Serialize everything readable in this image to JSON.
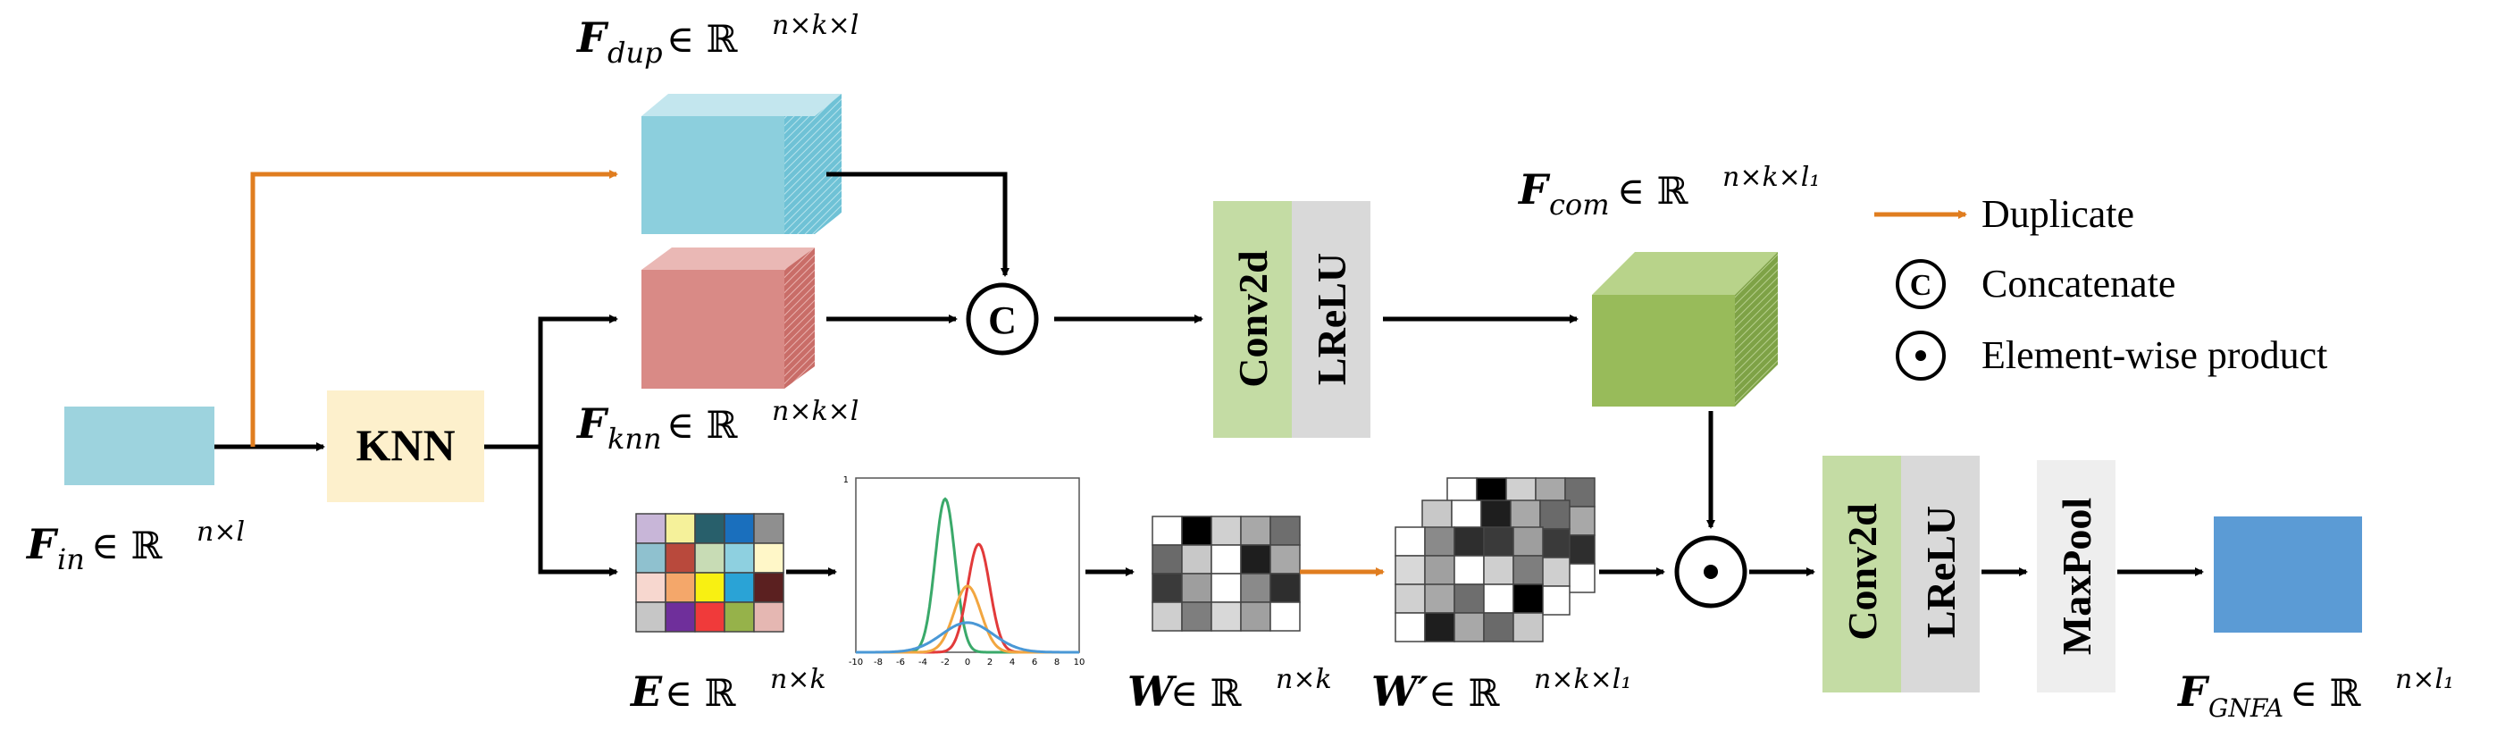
{
  "labels": {
    "f_in": {
      "var": "F",
      "sub": "in",
      "rel": " ∈ ℝ",
      "sup": "n×l"
    },
    "f_dup": {
      "var": "F",
      "sub": "dup",
      "rel": " ∈ ℝ",
      "sup": "n×k×l"
    },
    "f_knn": {
      "var": "F",
      "sub": "knn",
      "rel": " ∈ ℝ",
      "sup": "n×k×l"
    },
    "f_com": {
      "var": "F",
      "sub": "com",
      "rel": " ∈ ℝ",
      "sup": "n×k×l₁"
    },
    "e": {
      "var": "E",
      "rel": " ∈ ℝ",
      "sup": "n×k"
    },
    "w": {
      "var": "W",
      "rel": " ∈ ℝ",
      "sup": "n×k"
    },
    "w_prime": {
      "var": "W′",
      "rel": " ∈ ℝ",
      "sup": "n×k×l₁"
    },
    "f_gnfa": {
      "var": "F",
      "sub": "GNFA",
      "rel": " ∈ ℝ",
      "sup": "n×l₁"
    }
  },
  "blocks": {
    "knn": "KNN",
    "conv2d_1": "Conv2d",
    "lrelu_1": "LReLU",
    "conv2d_2": "Conv2d",
    "lrelu_2": "LReLU",
    "maxpool": "MaxPool",
    "concat_symbol": "C"
  },
  "legend": {
    "duplicate": "Duplicate",
    "concatenate": "Concatenate",
    "element_wise": "Element-wise product",
    "concat_symbol": "C"
  },
  "gaussian_plot": {
    "x_ticks": [
      "-10",
      "-8",
      "-6",
      "-4",
      "-2",
      "0",
      "2",
      "4",
      "6",
      "8",
      "10"
    ],
    "y_top_label": "1"
  },
  "colors": {
    "input_block": "#9dd3de",
    "dup_cube": "#8ccfdd",
    "knn_cube": "#d98a86",
    "com_cube": "#98bb5a",
    "knn_box": "#fdf0cc",
    "conv_box": "#c4dca4",
    "lrelu_box": "#d9d9d9",
    "maxpool_box": "#eeeeee",
    "output_block": "#5b9bd5",
    "duplicate_arrow": "#e07d1f"
  },
  "e_grid_colors": [
    [
      "#c8b6d8",
      "#f5f19a",
      "#285f6b",
      "#1a6fbd",
      "#8f8f8f"
    ],
    [
      "#8fc1cf",
      "#b9493c",
      "#c8dcb5",
      "#8ed0e0",
      "#fff7c8"
    ],
    [
      "#f7d7cf",
      "#f4a76a",
      "#f8f012",
      "#2aa3d6",
      "#5b2020"
    ],
    [
      "#c6c6c6",
      "#6f2f9b",
      "#f03a3a",
      "#96b24a",
      "#e5b7b2"
    ]
  ],
  "w_grid_shades": [
    [
      "#ffffff",
      "#000000",
      "#d0d0d0",
      "#a8a8a8",
      "#6e6e6e"
    ],
    [
      "#6a6a6a",
      "#c8c8c8",
      "#ffffff",
      "#1e1e1e",
      "#a8a8a8"
    ],
    [
      "#3a3a3a",
      "#9e9e9e",
      "#ffffff",
      "#8a8a8a",
      "#2e2e2e"
    ],
    [
      "#cfcfcf",
      "#7e7e7e",
      "#d8d8d8",
      "#a0a0a0",
      "#ffffff"
    ]
  ]
}
